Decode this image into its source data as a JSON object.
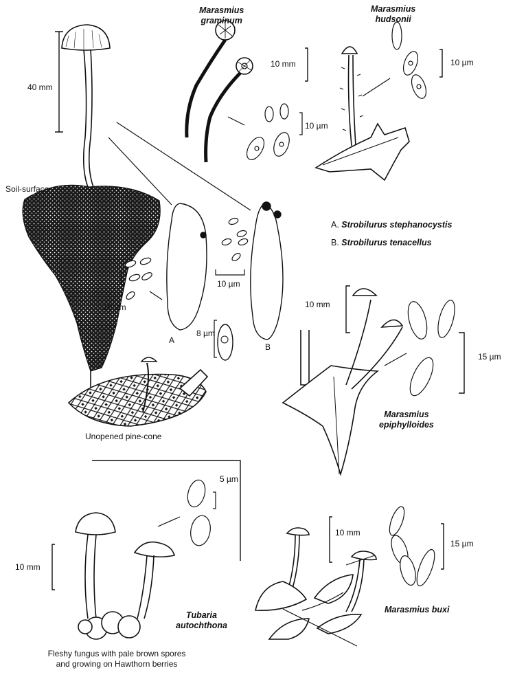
{
  "species": {
    "graminum": [
      "Marasmius",
      "graminum"
    ],
    "hudsonii": [
      "Marasmius",
      "hudsonii"
    ],
    "epiphylloides": [
      "Marasmius",
      "epiphylloides"
    ],
    "buxi": "Marasmius buxi",
    "tubaria": [
      "Tubaria",
      "autochthona"
    ]
  },
  "legend": {
    "a_key": "A.",
    "a_name": "Strobilurus stephanocystis",
    "b_key": "B.",
    "b_name": "Strobilurus tenacellus"
  },
  "scales": {
    "main": "40 mm",
    "graminum_mm": "10 mm",
    "graminum_um": "10 µm",
    "hudsonii_um": "10 µm",
    "strob_spore_um": "10 µm",
    "strob_left_um": "10 µm",
    "strob_cyst_um": "8 µm",
    "epi_mm": "10 mm",
    "epi_um": "15 µm",
    "tubaria_um": "5 µm",
    "tubaria_mm": "10 mm",
    "buxi_mm": "10 mm",
    "buxi_um": "15 µm"
  },
  "labels": {
    "soil": "Soil-surface",
    "cone": "Unopened pine-cone",
    "cyst_a": "A",
    "cyst_b": "B",
    "caption_1": "Fleshy fungus with pale brown spores",
    "caption_2": "and growing on Hawthorn berries"
  }
}
